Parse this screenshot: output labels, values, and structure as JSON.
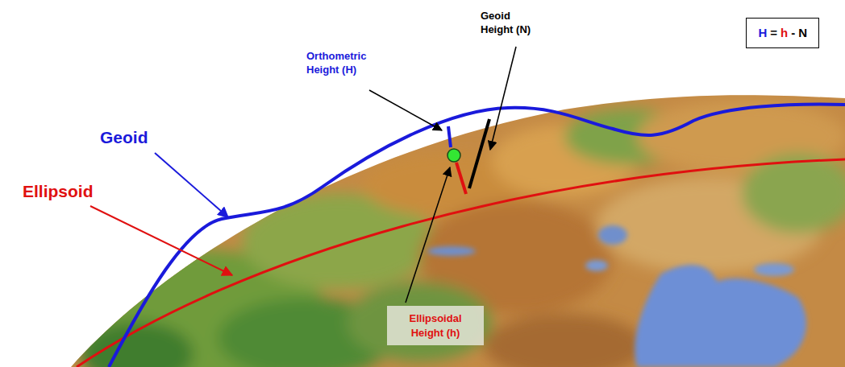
{
  "diagram": {
    "nodes": [
      {
        "text": [
          "H",
          "=",
          "h",
          "-",
          "N"
        ]
      },
      {
        "text": [
          "Ellipsoidal Height (h)"
        ]
      }
    ],
    "labels": [
      "Geoid",
      "Ellipsoid",
      "Orthometric Height (H)",
      "Geoid Height (N)"
    ]
  }
}
